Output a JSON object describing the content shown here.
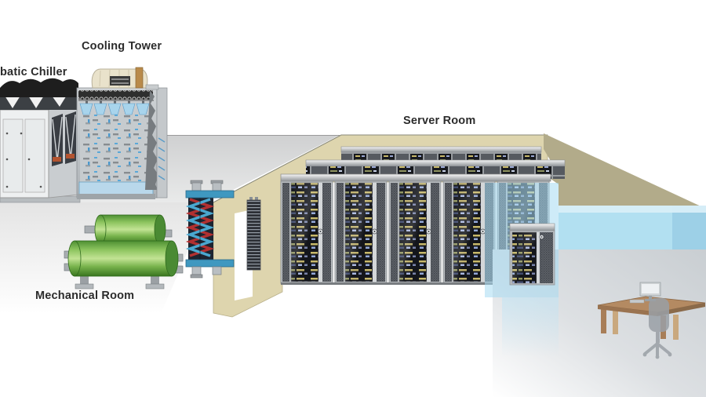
{
  "labels": {
    "adiabatic_chiller": "batic Chiller",
    "cooling_tower": "Cooling Tower",
    "server_room": "Server Room",
    "mechanical_room": "Mechanical Room"
  },
  "colors": {
    "label_text": "#2b2b2b",
    "wall_tan": "#ded5ae",
    "wall_khaki": "#b2ab8a",
    "glass_blue": "#aedef0",
    "glass_blue_side": "#9ccfe6",
    "glass_blue_top": "#d8eef8",
    "panel_blue": "#a6daf2",
    "water_blue": "#b9d8eb",
    "spray_blue": "#a8d4ec",
    "tank_green": "#5fa33c",
    "hx_red": "#b23030",
    "hx_blue": "#4aa8d0",
    "hx_bar_blue": "#3f98c0",
    "rack_dark": "#14161b",
    "rack_mesh": "#60646a",
    "outdoor_gray": "#d2d3d4",
    "floor_gray": "#c9ced2",
    "desk_wood": "#b48a62",
    "chair_gray": "#9aa0a6",
    "led_yellow": "#c8b96a",
    "led_blue": "#93a8d8"
  },
  "server_room": {
    "front_rack_count": 5,
    "rack_rows_visible": 3
  }
}
